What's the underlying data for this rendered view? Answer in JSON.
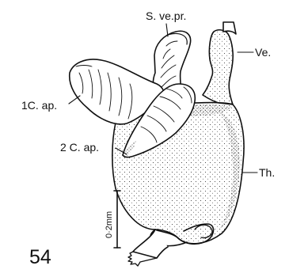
{
  "figure": {
    "number": "54",
    "labels": {
      "s_ve_pr": "S. ve.pr.",
      "ve": "Ve.",
      "c1_ap": "1C. ap.",
      "c2_ap": "2 C. ap.",
      "th": "Th."
    },
    "scale_bar": "0·2mm"
  }
}
